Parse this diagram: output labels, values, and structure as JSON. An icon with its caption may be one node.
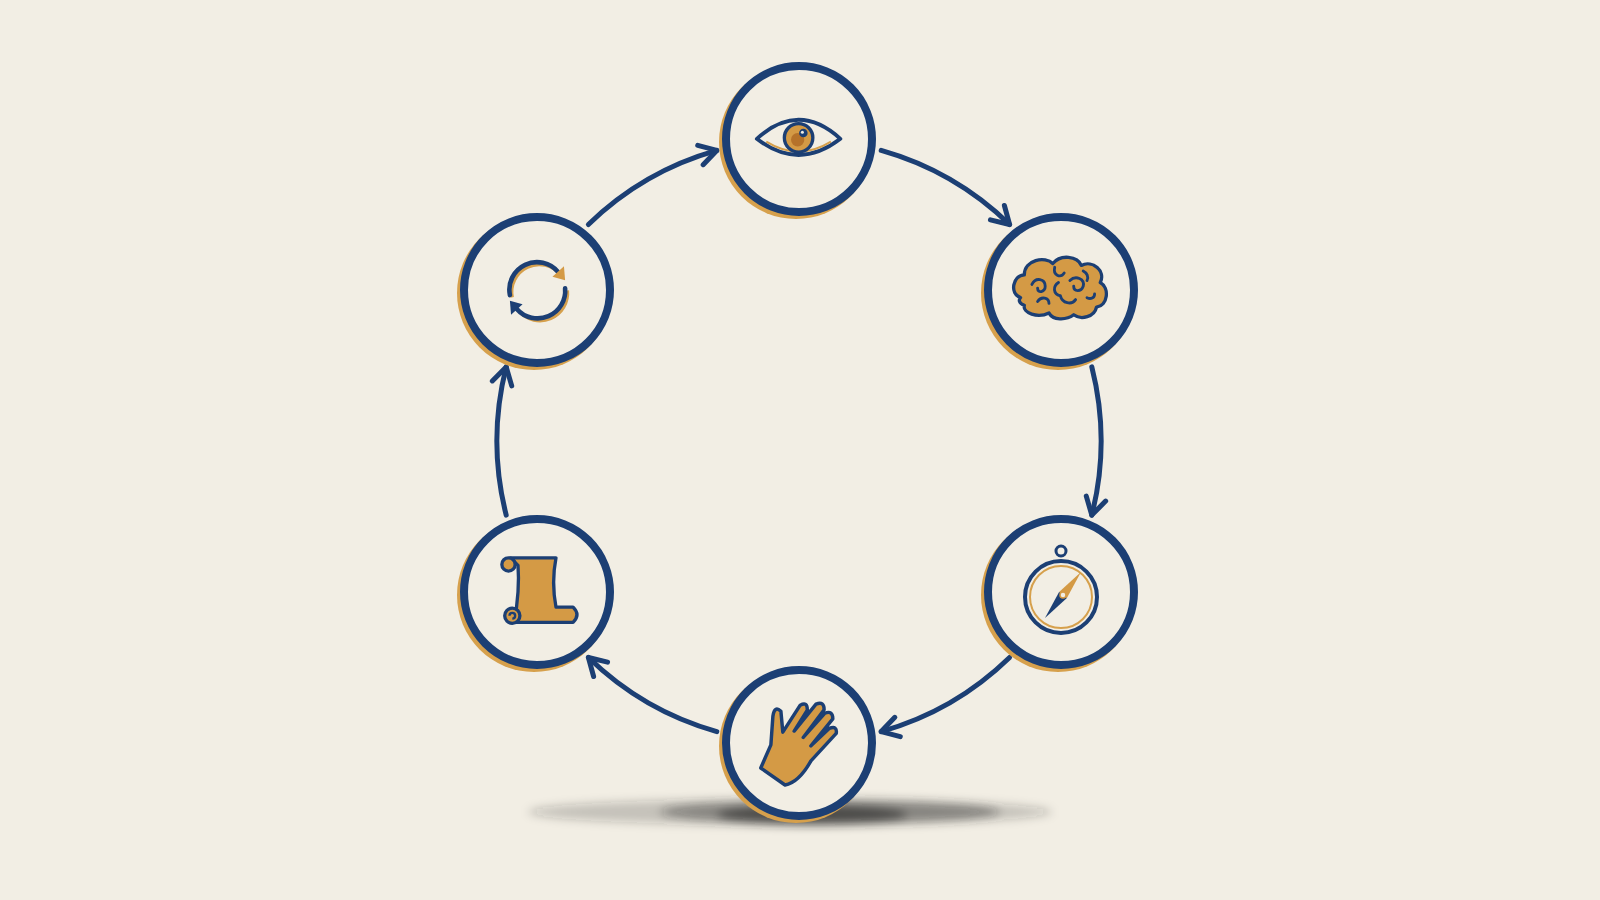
{
  "diagram": {
    "nodes": [
      {
        "text": [],
        "shape": "circle"
      },
      {
        "text": [],
        "shape": "circle"
      },
      {
        "text": [],
        "shape": "circle"
      },
      {
        "text": [],
        "shape": "circle"
      },
      {
        "text": [],
        "shape": "circle"
      },
      {
        "text": [],
        "shape": "circle"
      }
    ],
    "edges": [
      {
        "from": 0,
        "to": 1,
        "arrow": "to"
      },
      {
        "from": 1,
        "to": 2,
        "arrow": "to"
      },
      {
        "from": 2,
        "to": 3,
        "arrow": "to"
      },
      {
        "from": 3,
        "to": 4,
        "arrow": "to"
      },
      {
        "from": 4,
        "to": 5,
        "arrow": "to"
      },
      {
        "from": 5,
        "to": 0,
        "arrow": "to"
      }
    ]
  }
}
